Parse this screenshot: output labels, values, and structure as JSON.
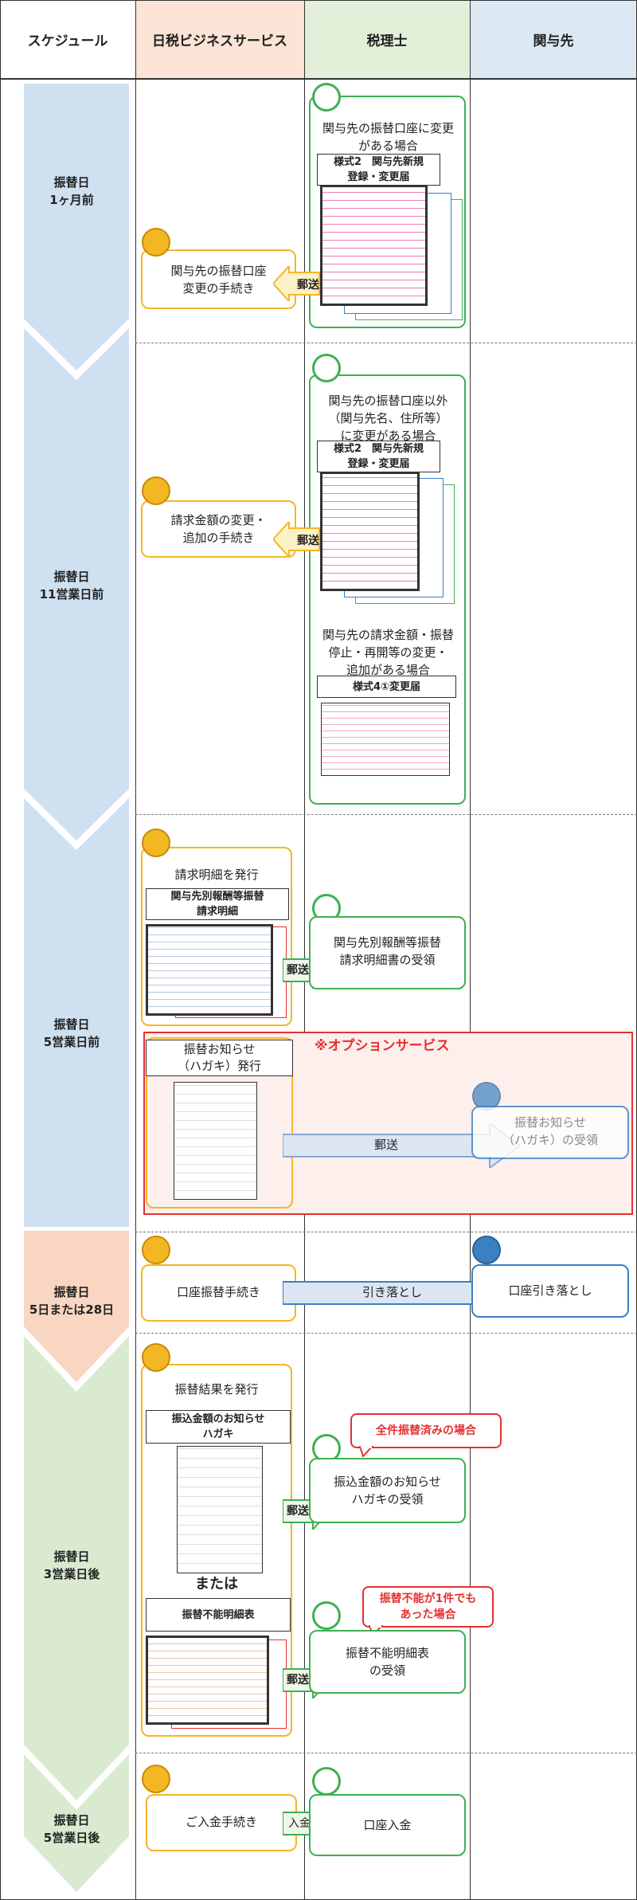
{
  "headers": [
    "スケジュール",
    "日税ビジネスサービス",
    "税理士",
    "関与先"
  ],
  "stages": [
    {
      "line1": "振替日",
      "line2": "1ヶ月前"
    },
    {
      "line1": "振替日",
      "line2": "11営業日前"
    },
    {
      "line1": "振替日",
      "line2": "5営業日前"
    },
    {
      "line1": "振替日",
      "line2": "5日または28日"
    },
    {
      "line1": "振替日",
      "line2": "3営業日後"
    },
    {
      "line1": "振替日",
      "line2": "5営業日後"
    }
  ],
  "s1": {
    "tax_text": [
      "関与先の振替口座に変更",
      "がある場合"
    ],
    "form_title": [
      "様式2　関与先新規",
      "登録・変更届"
    ],
    "nbs_text": [
      "関与先の振替口座",
      "変更の手続き"
    ],
    "arrow_label": "郵送"
  },
  "s2": {
    "tax_text1": [
      "関与先の振替口座以外",
      "（関与先名、住所等）",
      "に変更がある場合"
    ],
    "form_title": [
      "様式2　関与先新規",
      "登録・変更届"
    ],
    "tax_text2": [
      "関与先の請求金額・振替",
      "停止・再開等の変更・",
      "追加がある場合"
    ],
    "form4_title": "様式4①変更届",
    "nbs_text": [
      "請求金額の変更・",
      "追加の手続き"
    ],
    "arrow_label": "郵送"
  },
  "s3": {
    "nbs_text": "請求明細を発行",
    "form_title": [
      "関与先別報酬等振替",
      "請求明細"
    ],
    "arrow_label": "郵送",
    "tax_text": [
      "関与先別報酬等振替",
      "請求明細書の受領"
    ],
    "option_label": "※オプションサービス",
    "postcard_title": [
      "振替お知らせ",
      "（ハガキ）発行"
    ],
    "option_arrow_label": "郵送",
    "client_text": [
      "振替お知らせ",
      "（ハガキ）の受領"
    ]
  },
  "s4": {
    "nbs_text": "口座振替手続き",
    "arrow_label": "引き落とし",
    "client_text": "口座引き落とし"
  },
  "s5": {
    "nbs_text": "振替結果を発行",
    "form1_title": [
      "振込金額のお知らせ",
      "ハガキ"
    ],
    "or_text": "または",
    "form2_title": "振替不能明細表",
    "callout1": "全件振替済みの場合",
    "callout2": [
      "振替不能が1件でも",
      "あった場合"
    ],
    "tax_text1": [
      "振込金額のお知らせ",
      "ハガキの受領"
    ],
    "tax_text2": [
      "振替不能明細表",
      "の受領"
    ],
    "arrow_label1": "郵送",
    "arrow_label2": "郵送"
  },
  "s6": {
    "nbs_text": "ご入金手続き",
    "arrow_label": "入金",
    "tax_text": "口座入金"
  },
  "colors": {
    "stage1": "#cfe0f1",
    "stage2": "#cfe0f1",
    "stage3": "#cfe0f1",
    "stage4": "#f8d6c1",
    "stage5": "#d9ead0",
    "nbs_header": "#fbe3d5",
    "tax_header": "#e2efd9",
    "client_header": "#dce9f5",
    "option_fill": "#fdf0ec",
    "option_border": "#e53030",
    "nbs_box": "#f3b724",
    "tax_box": "#3db153",
    "client_box": "#3a80c3"
  }
}
